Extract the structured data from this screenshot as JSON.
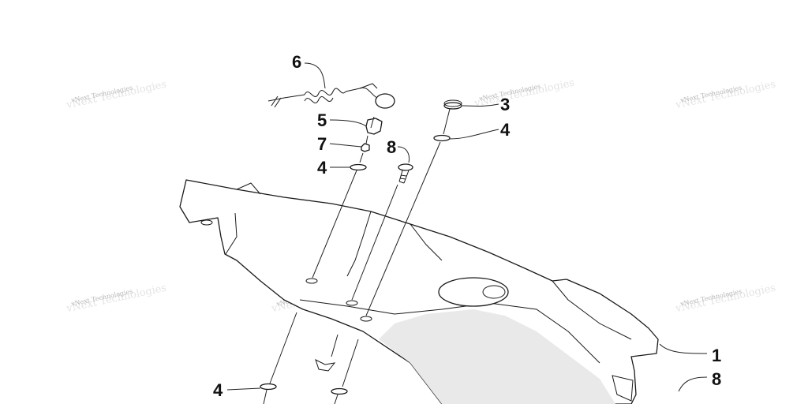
{
  "watermark": {
    "text": "vNext Technologies"
  },
  "callouts": {
    "c1": "1",
    "c3": "3",
    "c4a": "4",
    "c4b": "4",
    "c4c": "4",
    "c5": "5",
    "c6": "6",
    "c7": "7",
    "c8a": "8",
    "c8b": "8"
  },
  "colors": {
    "ink": "#1a1a1a",
    "watermark": "#b8b8b8",
    "background": "#ffffff"
  }
}
